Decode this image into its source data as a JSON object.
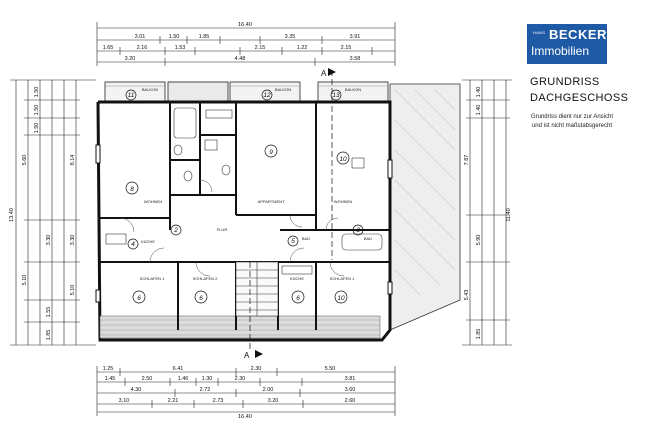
{
  "logo": {
    "small_text": "HANS",
    "brand": "BECKER",
    "subtitle": "Immobilien",
    "color": "#1f5aa6"
  },
  "title": {
    "line1": "GRUNDRISS",
    "line2": "DACHGESCHOSS"
  },
  "note": {
    "line1": "Grundriss dient nur zur Ansicht",
    "line2": "und ist nicht maßstabsgerecht"
  },
  "dimensions": {
    "top_total": "16.40",
    "top_row1": [
      "3.01",
      "1.50",
      "1.85",
      "3.35",
      "3.91"
    ],
    "top_row2": [
      "1.65",
      "2.16",
      "1.53",
      "2.15",
      "1.22",
      "2.15"
    ],
    "top_row3": [
      "3.20",
      "4.48",
      "3.58"
    ],
    "bottom_total": "16.40",
    "bottom_row1": [
      "1.25",
      "6.41",
      "2.30",
      "5.50"
    ],
    "bottom_row2": [
      "1.45",
      "2.50",
      "1.46",
      "1.30",
      "2.30",
      "3.81"
    ],
    "bottom_row3": [
      "4.30",
      "2.72",
      "2.00",
      "3.60"
    ],
    "bottom_row4": [
      "3.10",
      "2.21",
      "2.73",
      "3.20",
      "2.60"
    ],
    "left_total": "13.40",
    "left_values": [
      "1.50",
      "1.50",
      "1.50",
      "5.60",
      "3.30",
      "5.10",
      "1.55",
      "1.85"
    ],
    "left2_values": [
      "8.14",
      "3.30",
      "5.10"
    ],
    "right_total": "11.40",
    "right_values": [
      "1.40",
      "1.40",
      "7.87",
      "5.90",
      "5.43",
      "1.85"
    ]
  },
  "rooms": [
    {
      "num": "11",
      "label": "BALKON"
    },
    {
      "num": "12",
      "label": "BALKON"
    },
    {
      "num": "13",
      "label": "BALKON"
    },
    {
      "num": "8",
      "label": "WOHNEN"
    },
    {
      "num": "9",
      "label": "APPARTMENT"
    },
    {
      "num": "10",
      "label": "WOHNEN"
    },
    {
      "num": "4",
      "label": "KÜCHE"
    },
    {
      "num": "2",
      "label": "FLUR"
    },
    {
      "num": "6",
      "label": "SCHLAFEN 1"
    },
    {
      "num": "6",
      "label": "SCHLAFEN 2"
    },
    {
      "num": "6",
      "label": "KÜCHE"
    },
    {
      "num": "10",
      "label": "SCHLAFEN 1"
    },
    {
      "num": "3",
      "label": "BAD"
    },
    {
      "num": "5",
      "label": "BAD"
    }
  ],
  "section_marker": "A"
}
